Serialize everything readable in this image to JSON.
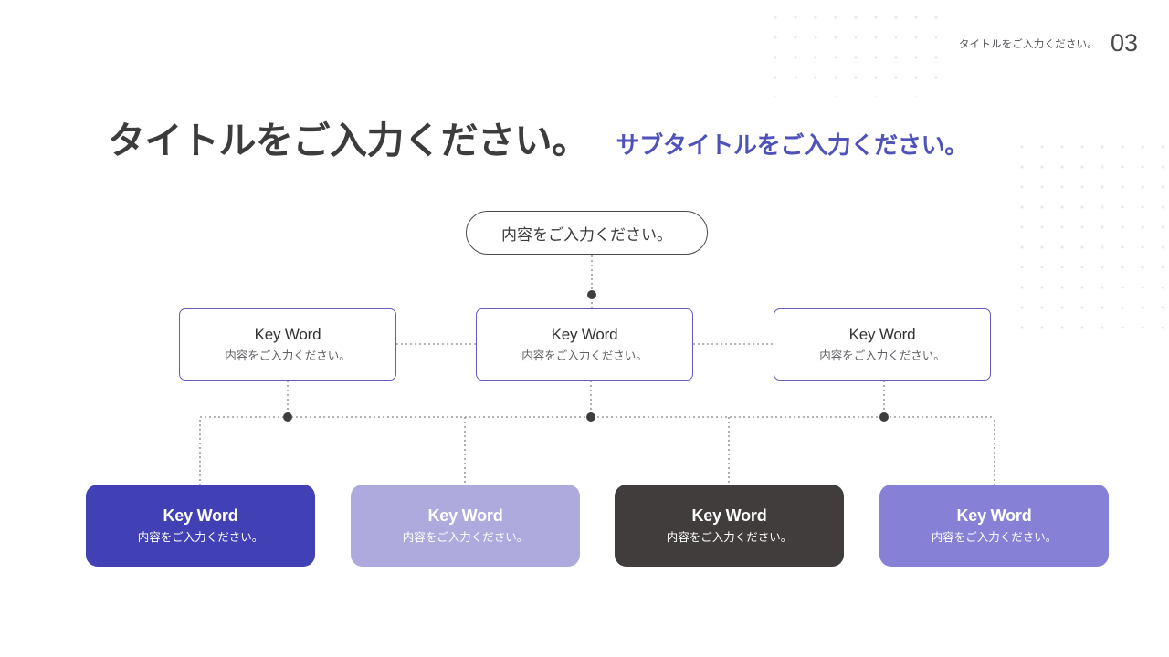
{
  "header": {
    "label": "タイトルをご入力ください。",
    "number": "03"
  },
  "titles": {
    "main": "タイトルをご入力ください。",
    "sub": "サブタイトルをご入力ください。"
  },
  "diagram": {
    "root": {
      "text": "内容をご入力ください。"
    },
    "middle_nodes": [
      {
        "keyword": "Key Word",
        "description": "内容をご入力ください。"
      },
      {
        "keyword": "Key Word",
        "description": "内容をご入力ください。"
      },
      {
        "keyword": "Key Word",
        "description": "内容をご入力ください。"
      }
    ],
    "leaf_cards": [
      {
        "keyword": "Key Word",
        "description": "内容をご入力ください。",
        "color": "#4240b5"
      },
      {
        "keyword": "Key Word",
        "description": "内容をご入力ください。",
        "color": "#aeaade"
      },
      {
        "keyword": "Key Word",
        "description": "内容をご入力ください。",
        "color": "#403d3c"
      },
      {
        "keyword": "Key Word",
        "description": "内容をご入力ください。",
        "color": "#8680d6"
      }
    ]
  },
  "colors": {
    "accent_purple": "#4f52b8",
    "node_border": "#6b58ba",
    "root_border": "#4b4b4f",
    "title_dark": "#3c3c3c",
    "connector": "#6d6d70",
    "dot_grid": "#e9e9ec"
  }
}
